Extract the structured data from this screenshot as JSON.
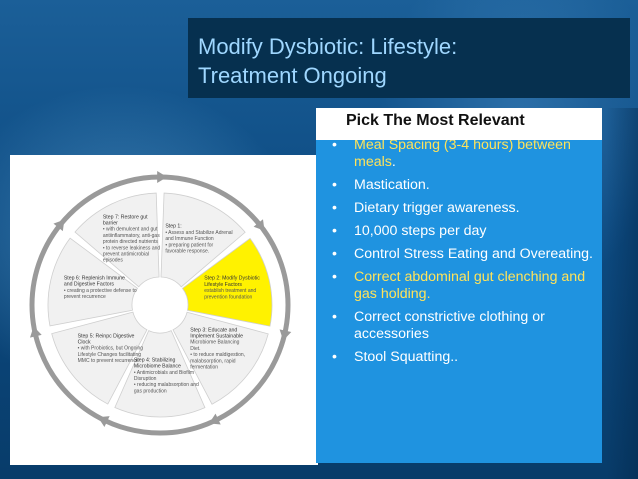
{
  "slide": {
    "title_line1": "Modify Dysbiotic: Lifestyle:",
    "title_line2": "Treatment Ongoing",
    "subtitle": "Pick The Most Relevant",
    "highlight_color": "#ffe35a",
    "panel_color": "#1f93e0",
    "items": [
      {
        "text": "Meal Spacing (3-4 hours) between meals",
        "tail": ".",
        "highlight": true
      },
      {
        "text": "Mastication.",
        "highlight": false
      },
      {
        "text": "Dietary trigger awareness.",
        "highlight": false
      },
      {
        "text": "10,000 steps per day",
        "highlight": false
      },
      {
        "text": "Control Stress Eating and Overeating.",
        "highlight": false
      },
      {
        "text": "Correct abdominal gut clenching and gas holding.",
        "highlight": true
      },
      {
        "text": "Correct constrictive clothing or accessories",
        "highlight": false
      },
      {
        "text": "Stool Squatting..",
        "highlight": false
      }
    ]
  },
  "diagram": {
    "segments": [
      {
        "head": "Step 1:",
        "lines": [
          "• Assess and Stabilize Adrenal",
          "and Immune Function",
          "• preparing patient for",
          "favorable response."
        ]
      },
      {
        "head": "Step 2: Modify Dysbiotic",
        "head2": "Lifestyle Factors",
        "lines": [
          "establish treatment and",
          "prevention foundation"
        ],
        "highlight": true
      },
      {
        "head": "Step 3: Educate and",
        "head2": "Implement Sustainable",
        "lines": [
          "Microbiome Balancing",
          "Diet.",
          "• to reduce maldigestion,",
          "malabsorption, rapid",
          "fermentation"
        ]
      },
      {
        "head": "Step 4: Stabilizing",
        "head2": "Microbiome Balance",
        "lines": [
          "• Antimicrobials and Biofilm",
          "Disruption",
          "• reducing malabsorption and",
          "gas production"
        ]
      },
      {
        "head": "Step 5: Reinpc Digestive",
        "head2": "Clock",
        "lines": [
          "• with Probiotics, but Ongoing",
          "Lifestyle Changes facilitating",
          "MMC to prevent recurrence"
        ]
      },
      {
        "head": "Step 6: Replenish Immune",
        "head2": "and Digestive Factors",
        "lines": [
          "• creating a protective defense to",
          "prevent recurrence"
        ]
      },
      {
        "head": "Step 7: Restore gut",
        "head2": "barrier",
        "lines": [
          "• with demulcent and gut",
          "antiinflammatory, anti-gas",
          "protein directed nutrients",
          "• to reverse leakiness and",
          "prevent antimicrobial",
          "episodes"
        ]
      }
    ],
    "seg_fill": "#f1f1f1",
    "seg_highlight": "#fff200",
    "ring_color": "#9a9a9a"
  }
}
